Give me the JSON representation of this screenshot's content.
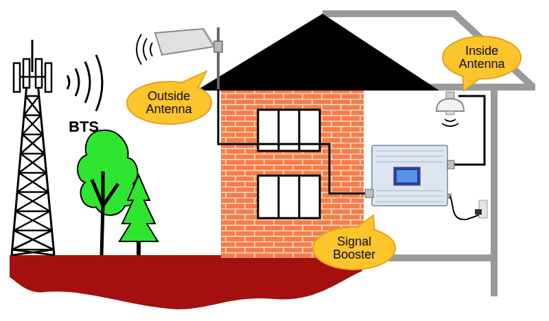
{
  "diagram": {
    "nodes": [
      {
        "text": [
          "Outside Antenna"
        ]
      },
      {
        "text": [
          "Inside Antenna"
        ]
      },
      {
        "text": [
          "Signal Booster"
        ]
      }
    ],
    "labels": [
      "BTS"
    ]
  }
}
